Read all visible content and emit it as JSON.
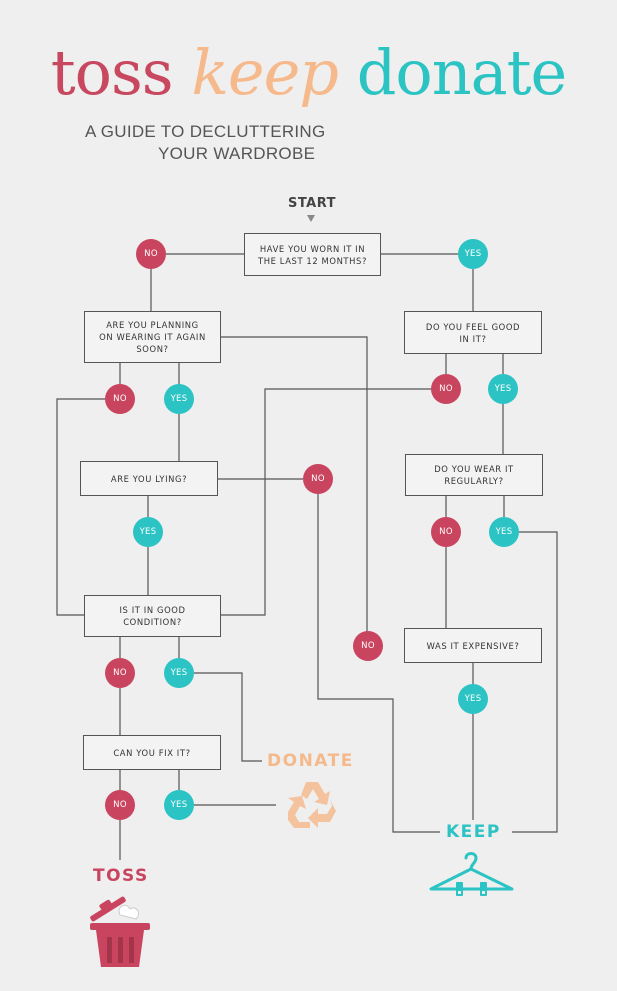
{
  "header": {
    "title_word1": "toss",
    "title_word2": "keep",
    "title_word3": "donate",
    "subtitle_line1": "A GUIDE TO DECLUTTERING",
    "subtitle_line2": "YOUR WARDROBE"
  },
  "start_label": "START",
  "questions": {
    "worn": "HAVE YOU WORN IT IN\nTHE LAST 12 MONTHS?",
    "planning": "ARE YOU PLANNING\nON WEARING IT AGAIN\nSOON?",
    "feel_good": "DO YOU FEEL GOOD\nIN IT?",
    "lying": "ARE YOU LYING?",
    "wear_regularly": "DO YOU WEAR IT\nREGULARLY?",
    "good_condition": "IS IT IN GOOD\nCONDITION?",
    "expensive": "WAS IT EXPENSIVE?",
    "fix": "CAN YOU FIX IT?"
  },
  "answers": {
    "no": "NO",
    "yes": "YES"
  },
  "outcomes": {
    "donate": "DONATE",
    "keep": "KEEP",
    "toss": "TOSS"
  },
  "colors": {
    "no": "#c9455f",
    "yes": "#2bc3c3",
    "donate": "#f4b98c",
    "line": "#555555",
    "background": "#efefef"
  },
  "icons": {
    "donate": "recycle-icon",
    "keep": "hanger-icon",
    "toss": "trash-can-icon"
  }
}
